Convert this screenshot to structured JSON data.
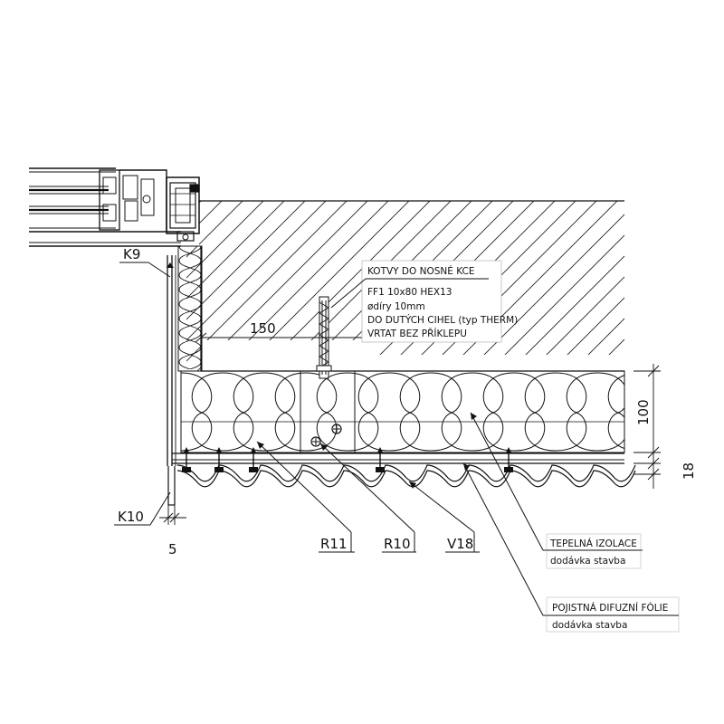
{
  "labels": {
    "k9": "K9",
    "k10": "K10",
    "r11": "R11",
    "r10": "R10",
    "v18": "V18",
    "dim_150": "150",
    "dim_100": "100",
    "dim_18": "18",
    "dim_5": "5"
  },
  "anchor_note": {
    "title": "KOTVY DO NOSNÉ KCE",
    "line1": "FF1  10x80  HEX13",
    "line2": "ødíry 10mm",
    "line3": "DO DUTÝCH CIHEL (typ THERM)",
    "line4": "VRTAT BEZ PŘÍKLEPU"
  },
  "insulation_note": {
    "title": "TEPELNÁ IZOLACE",
    "sub": "dodávka stavba"
  },
  "foil_note": {
    "title": "POJISTNÁ DIFUZNÍ FÓLIE",
    "sub": "dodávka stavba"
  }
}
